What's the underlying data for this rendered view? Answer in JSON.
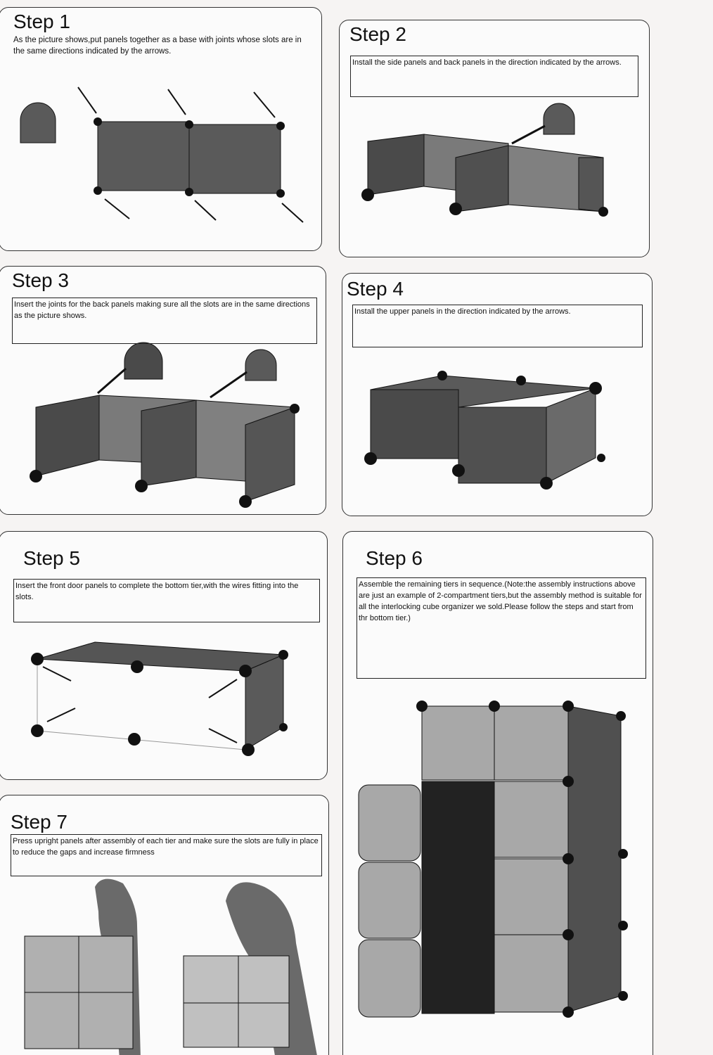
{
  "steps": [
    {
      "title": "Step 1",
      "text": "As the picture shows,put panels together as a base with joints whose slots are in the same directions indicated by the arrows."
    },
    {
      "title": "Step 2",
      "text": "Install the side panels and back panels in the direction indicated by the arrows."
    },
    {
      "title": "Step 3",
      "text": "Insert the joints for the back panels making sure all the slots are in the same directions as the picture shows."
    },
    {
      "title": "Step 4",
      "text": "Install the upper panels in the direction indicated by the arrows."
    },
    {
      "title": "Step 5",
      "text": "Insert the front door panels to complete the bottom tier,with the wires fitting into the slots."
    },
    {
      "title": "Step 6",
      "text": "Assemble the remaining tiers in sequence.(Note:the assembly instructions above are just an example of 2-compartment tiers,but the assembly method is suitable for all the interlocking cube organizer we sold.Please follow the steps and start from thr bottom tier.)"
    },
    {
      "title": "Step 7",
      "text": "Press upright panels after assembly of each tier and make sure the slots are fully in place to reduce the gaps and increase firmness"
    }
  ],
  "colors": {
    "panel": "#5a5a5a",
    "joint": "#111111",
    "light": "#9a9a9a"
  }
}
